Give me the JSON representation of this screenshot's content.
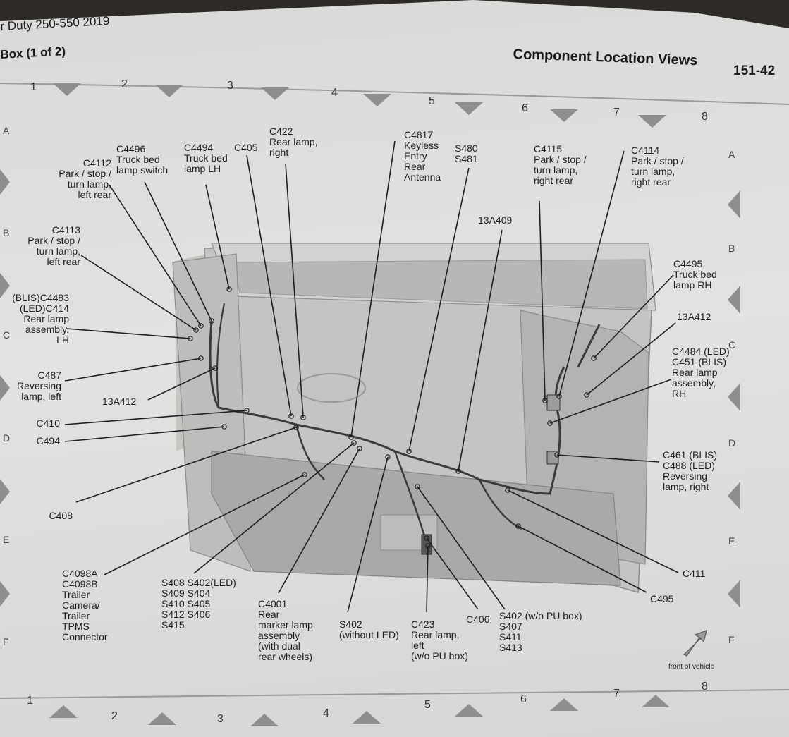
{
  "header": {
    "model": "r Duty 250-550 2019",
    "section": "Box (1 of 2)",
    "title": "Component Location Views",
    "page_number": "151-42"
  },
  "grid": {
    "top_columns": [
      "1",
      "2",
      "3",
      "4",
      "5",
      "6",
      "7",
      "8"
    ],
    "bottom_columns": [
      "1",
      "2",
      "3",
      "4",
      "5",
      "6",
      "7",
      "8"
    ],
    "left_rows": [
      "A",
      "B",
      "C",
      "D",
      "E",
      "F"
    ],
    "right_rows": [
      "A",
      "B",
      "C",
      "D",
      "E",
      "F"
    ]
  },
  "callouts": [
    {
      "id": "c4112",
      "lines": [
        "C4112",
        "Park / stop /",
        "turn lamp,",
        "left rear"
      ]
    },
    {
      "id": "c4496",
      "lines": [
        "C4496",
        "Truck bed",
        "lamp switch"
      ]
    },
    {
      "id": "c4494",
      "lines": [
        "C4494",
        "Truck bed",
        "lamp LH"
      ]
    },
    {
      "id": "c405",
      "lines": [
        "C405"
      ]
    },
    {
      "id": "c422",
      "lines": [
        "C422",
        "Rear lamp,",
        "right"
      ]
    },
    {
      "id": "c4817",
      "lines": [
        "C4817",
        "Keyless",
        "Entry",
        "Rear",
        "Antenna"
      ]
    },
    {
      "id": "s480",
      "lines": [
        "S480",
        "S481"
      ]
    },
    {
      "id": "c4115",
      "lines": [
        "C4115",
        "Park / stop /",
        "turn lamp,",
        "right rear"
      ]
    },
    {
      "id": "c4114",
      "lines": [
        "C4114",
        "Park / stop /",
        "turn lamp,",
        "right rear"
      ]
    },
    {
      "id": "a13409",
      "lines": [
        "13A409"
      ]
    },
    {
      "id": "c4113",
      "lines": [
        "C4113",
        "Park / stop /",
        "turn lamp,",
        "left rear"
      ]
    },
    {
      "id": "c4483",
      "lines": [
        "(BLIS)C4483",
        "(LED)C414",
        "Rear lamp",
        "assembly,",
        "LH"
      ]
    },
    {
      "id": "c487",
      "lines": [
        "C487",
        "Reversing",
        "lamp, left"
      ]
    },
    {
      "id": "a13412l",
      "lines": [
        "13A412"
      ]
    },
    {
      "id": "c410",
      "lines": [
        "C410"
      ]
    },
    {
      "id": "c494",
      "lines": [
        "C494"
      ]
    },
    {
      "id": "c408",
      "lines": [
        "C408"
      ]
    },
    {
      "id": "c4495",
      "lines": [
        "C4495",
        "Truck bed",
        "lamp RH"
      ]
    },
    {
      "id": "a13412r",
      "lines": [
        "13A412"
      ]
    },
    {
      "id": "c4484",
      "lines": [
        "C4484 (LED)",
        "C451  (BLIS)",
        "Rear lamp",
        "assembly,",
        "RH"
      ]
    },
    {
      "id": "c461",
      "lines": [
        "C461 (BLIS)",
        "C488 (LED)",
        "Reversing",
        "lamp, right"
      ]
    },
    {
      "id": "c411",
      "lines": [
        "C411"
      ]
    },
    {
      "id": "c495",
      "lines": [
        "C495"
      ]
    },
    {
      "id": "c4098",
      "lines": [
        "C4098A",
        "C4098B",
        "Trailer",
        "Camera/",
        "Trailer",
        "TPMS",
        "Connector"
      ]
    },
    {
      "id": "s408",
      "lines": [
        "S408 S402(LED)",
        "S409 S404",
        "S410 S405",
        "S412 S406",
        "S415"
      ]
    },
    {
      "id": "c4001",
      "lines": [
        "C4001",
        "Rear",
        "marker lamp",
        "assembly",
        "(with dual",
        "rear wheels)"
      ]
    },
    {
      "id": "s402wl",
      "lines": [
        "S402",
        "(without LED)"
      ]
    },
    {
      "id": "c423",
      "lines": [
        "C423",
        "Rear lamp,",
        "left",
        "(w/o PU box)"
      ]
    },
    {
      "id": "c406",
      "lines": [
        "C406"
      ]
    },
    {
      "id": "s402pu",
      "lines": [
        "S402 (w/o PU box)",
        "S407",
        "S411",
        "S413"
      ]
    }
  ],
  "orientation_label": "front of vehicle"
}
